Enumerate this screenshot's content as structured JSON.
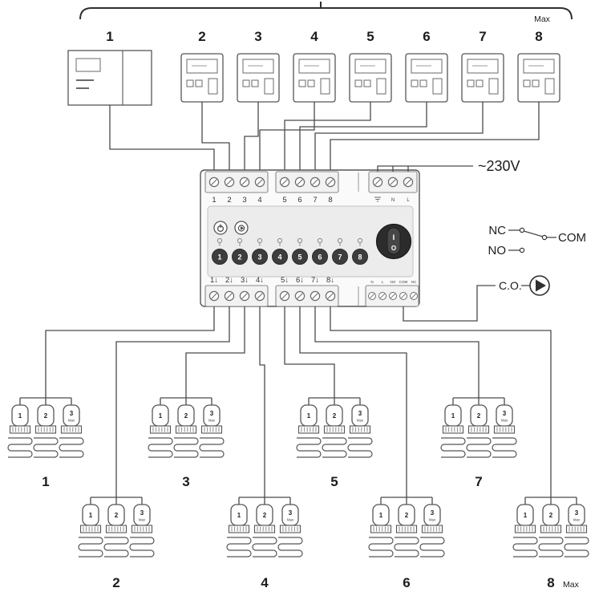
{
  "top": {
    "max_label": "Max"
  },
  "thermostats": [
    "1",
    "2",
    "3",
    "4",
    "5",
    "6",
    "7",
    "8"
  ],
  "controller": {
    "top_terminals": [
      "1",
      "2",
      "3",
      "4",
      "5",
      "6",
      "7",
      "8"
    ],
    "bottom_terminals": [
      "1↓",
      "2↓",
      "3↓",
      "4↓",
      "5↓",
      "6↓",
      "7↓",
      "8↓"
    ],
    "channels": [
      "1",
      "2",
      "3",
      "4",
      "5",
      "6",
      "7",
      "8"
    ],
    "power": {
      "on": "I",
      "off": "O"
    },
    "mains_terminals": [
      "N",
      "L"
    ],
    "output_terminals": [
      "N",
      "L",
      "NO",
      "COM",
      "NC"
    ]
  },
  "legend": {
    "voltage": "~230V",
    "nc": "NC",
    "com": "COM",
    "no": "NO",
    "co": "C.O."
  },
  "bottom": {
    "max_label": "Max"
  },
  "groups": [
    {
      "label": "1",
      "units": [
        "1",
        "2",
        "3"
      ],
      "max": "Max"
    },
    {
      "label": "2",
      "units": [
        "1",
        "2",
        "3"
      ],
      "max": "Max"
    },
    {
      "label": "3",
      "units": [
        "1",
        "2",
        "3"
      ],
      "max": "Max"
    },
    {
      "label": "4",
      "units": [
        "1",
        "2",
        "3"
      ],
      "max": "Max"
    },
    {
      "label": "5",
      "units": [
        "1",
        "2",
        "3"
      ],
      "max": "Max"
    },
    {
      "label": "6",
      "units": [
        "1",
        "2",
        "3"
      ],
      "max": "Max"
    },
    {
      "label": "7",
      "units": [
        "1",
        "2",
        "3"
      ],
      "max": "Max"
    },
    {
      "label": "8",
      "units": [
        "1",
        "2",
        "3"
      ],
      "max": "Max"
    }
  ]
}
